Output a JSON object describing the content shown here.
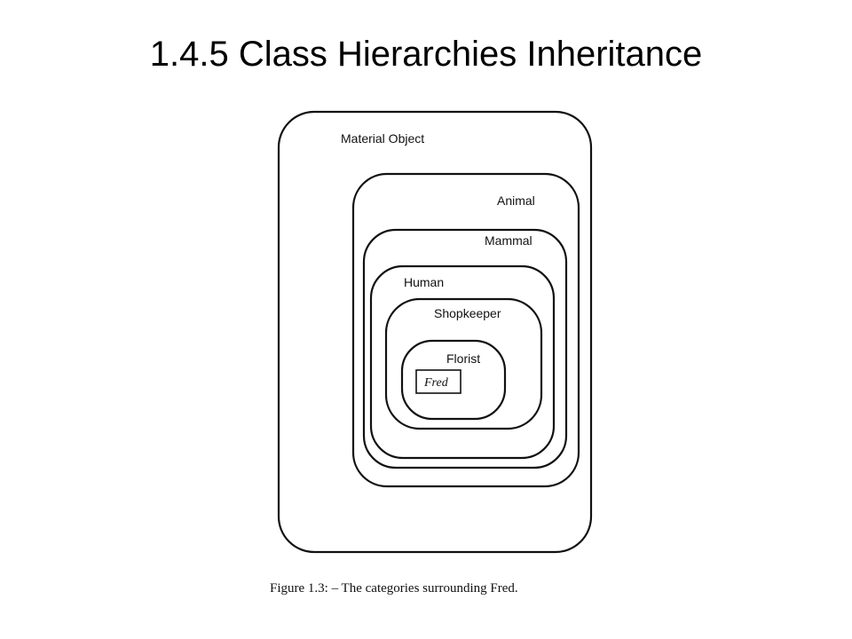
{
  "slide": {
    "title": "1.4.5 Class Hierarchies Inheritance"
  },
  "diagram": {
    "categories": [
      "Material Object",
      "Animal",
      "Mammal",
      "Human",
      "Shopkeeper",
      "Florist"
    ],
    "instance": "Fred",
    "caption": "Figure 1.3: – The categories surrounding Fred."
  }
}
